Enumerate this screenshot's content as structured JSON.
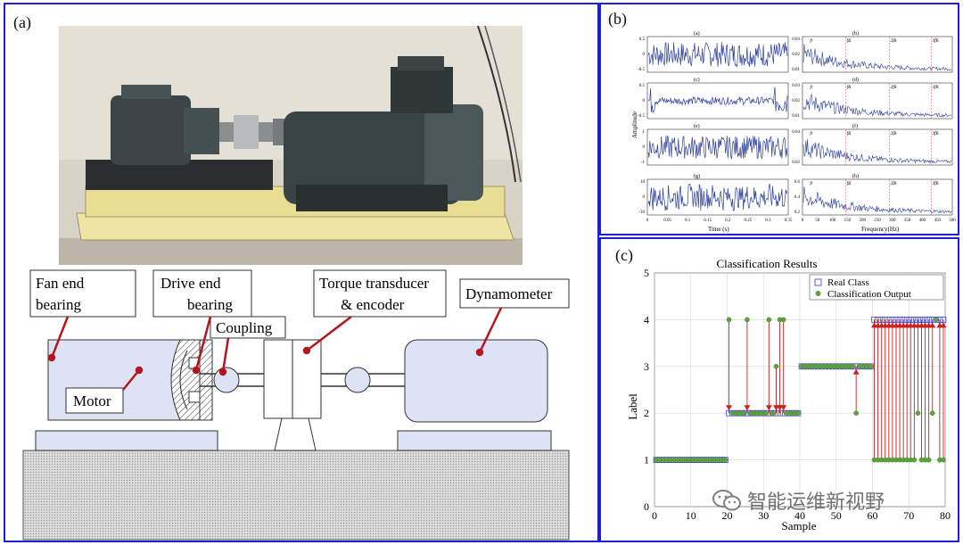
{
  "panels": {
    "a": {
      "label": "(a)"
    },
    "b": {
      "label": "(b)"
    },
    "c": {
      "label": "(c)"
    }
  },
  "diagram_a": {
    "labels": {
      "fan_end": [
        "Fan end",
        "bearing"
      ],
      "drive_end": [
        "Drive end",
        "bearing"
      ],
      "torque": [
        "Torque transducer",
        "& encoder"
      ],
      "dynamometer": "Dynamometer",
      "coupling": "Coupling",
      "motor": "Motor"
    }
  },
  "signals_b": {
    "subplot_labels": [
      "(a)",
      "(b)",
      "(c)",
      "(d)",
      "(e)",
      "(f)",
      "(g)",
      "(h)"
    ],
    "time_ylabels": [
      [
        "0.5",
        "0",
        "-0.5"
      ],
      [
        "0.5",
        "0",
        "-0.5"
      ],
      [
        "1",
        "0",
        "-1"
      ],
      [
        "10",
        "0",
        "-10"
      ]
    ],
    "freq_ylabels": [
      [
        "0.03",
        "0.02",
        "0.01"
      ],
      [
        "0.03",
        "0.02",
        "0.01"
      ],
      [
        "0.04",
        "0.02"
      ],
      [
        "0.6",
        "0.4",
        "0.2"
      ]
    ],
    "time_ticks": [
      "0",
      "0.05",
      "0.1",
      "0.15",
      "0.2",
      "0.25",
      "0.3",
      "0.35"
    ],
    "freq_ticks": [
      "0",
      "50",
      "100",
      "150",
      "200",
      "250",
      "300",
      "350",
      "400",
      "450",
      "500"
    ],
    "xlabel_time": "Time (s)",
    "xlabel_freq": "Frequency(Hz)",
    "ylabel": "Amplitude",
    "marker_labels": [
      "fr",
      "fB",
      "2fB",
      "3fB"
    ],
    "color_signal": "#2c3f9e",
    "color_marker": "#e05a70"
  },
  "chart_data": {
    "type": "scatter",
    "title": "Classification Results",
    "xlabel": "Sample",
    "ylabel": "Label",
    "xlim": [
      0,
      80
    ],
    "ylim": [
      0,
      5
    ],
    "xticks": [
      "0",
      "10",
      "20",
      "30",
      "40",
      "50",
      "60",
      "70",
      "80"
    ],
    "yticks": [
      "0",
      "1",
      "2",
      "3",
      "4",
      "5"
    ],
    "grid": true,
    "legend": {
      "placement": "top-right",
      "entries": [
        "Real Class",
        "Classification Output"
      ]
    },
    "real_class": [
      1,
      1,
      1,
      1,
      1,
      1,
      1,
      1,
      1,
      1,
      1,
      1,
      1,
      1,
      1,
      1,
      1,
      1,
      1,
      1,
      2,
      2,
      2,
      2,
      2,
      2,
      2,
      2,
      2,
      2,
      2,
      2,
      2,
      2,
      2,
      2,
      2,
      2,
      2,
      2,
      3,
      3,
      3,
      3,
      3,
      3,
      3,
      3,
      3,
      3,
      3,
      3,
      3,
      3,
      3,
      3,
      3,
      3,
      3,
      3,
      4,
      4,
      4,
      4,
      4,
      4,
      4,
      4,
      4,
      4,
      4,
      4,
      4,
      4,
      4,
      4,
      4,
      4,
      4,
      4
    ],
    "classification_output": [
      1,
      1,
      1,
      1,
      1,
      1,
      1,
      1,
      1,
      1,
      1,
      1,
      1,
      1,
      1,
      1,
      1,
      1,
      1,
      1,
      4,
      2,
      2,
      2,
      2,
      4,
      2,
      2,
      2,
      2,
      2,
      4,
      2,
      3,
      4,
      4,
      2,
      2,
      2,
      2,
      3,
      3,
      3,
      3,
      3,
      3,
      3,
      3,
      3,
      3,
      3,
      3,
      3,
      3,
      3,
      2,
      3,
      3,
      3,
      3,
      1,
      1,
      1,
      1,
      1,
      1,
      1,
      1,
      1,
      1,
      1,
      1,
      2,
      1,
      1,
      1,
      2,
      4,
      1,
      1
    ],
    "colors": {
      "real_class": "#3c3cc8",
      "output_marker": "#5aa63a",
      "error_line": "#cc1f1f"
    }
  },
  "watermark": {
    "text": "智能运维新视野"
  }
}
